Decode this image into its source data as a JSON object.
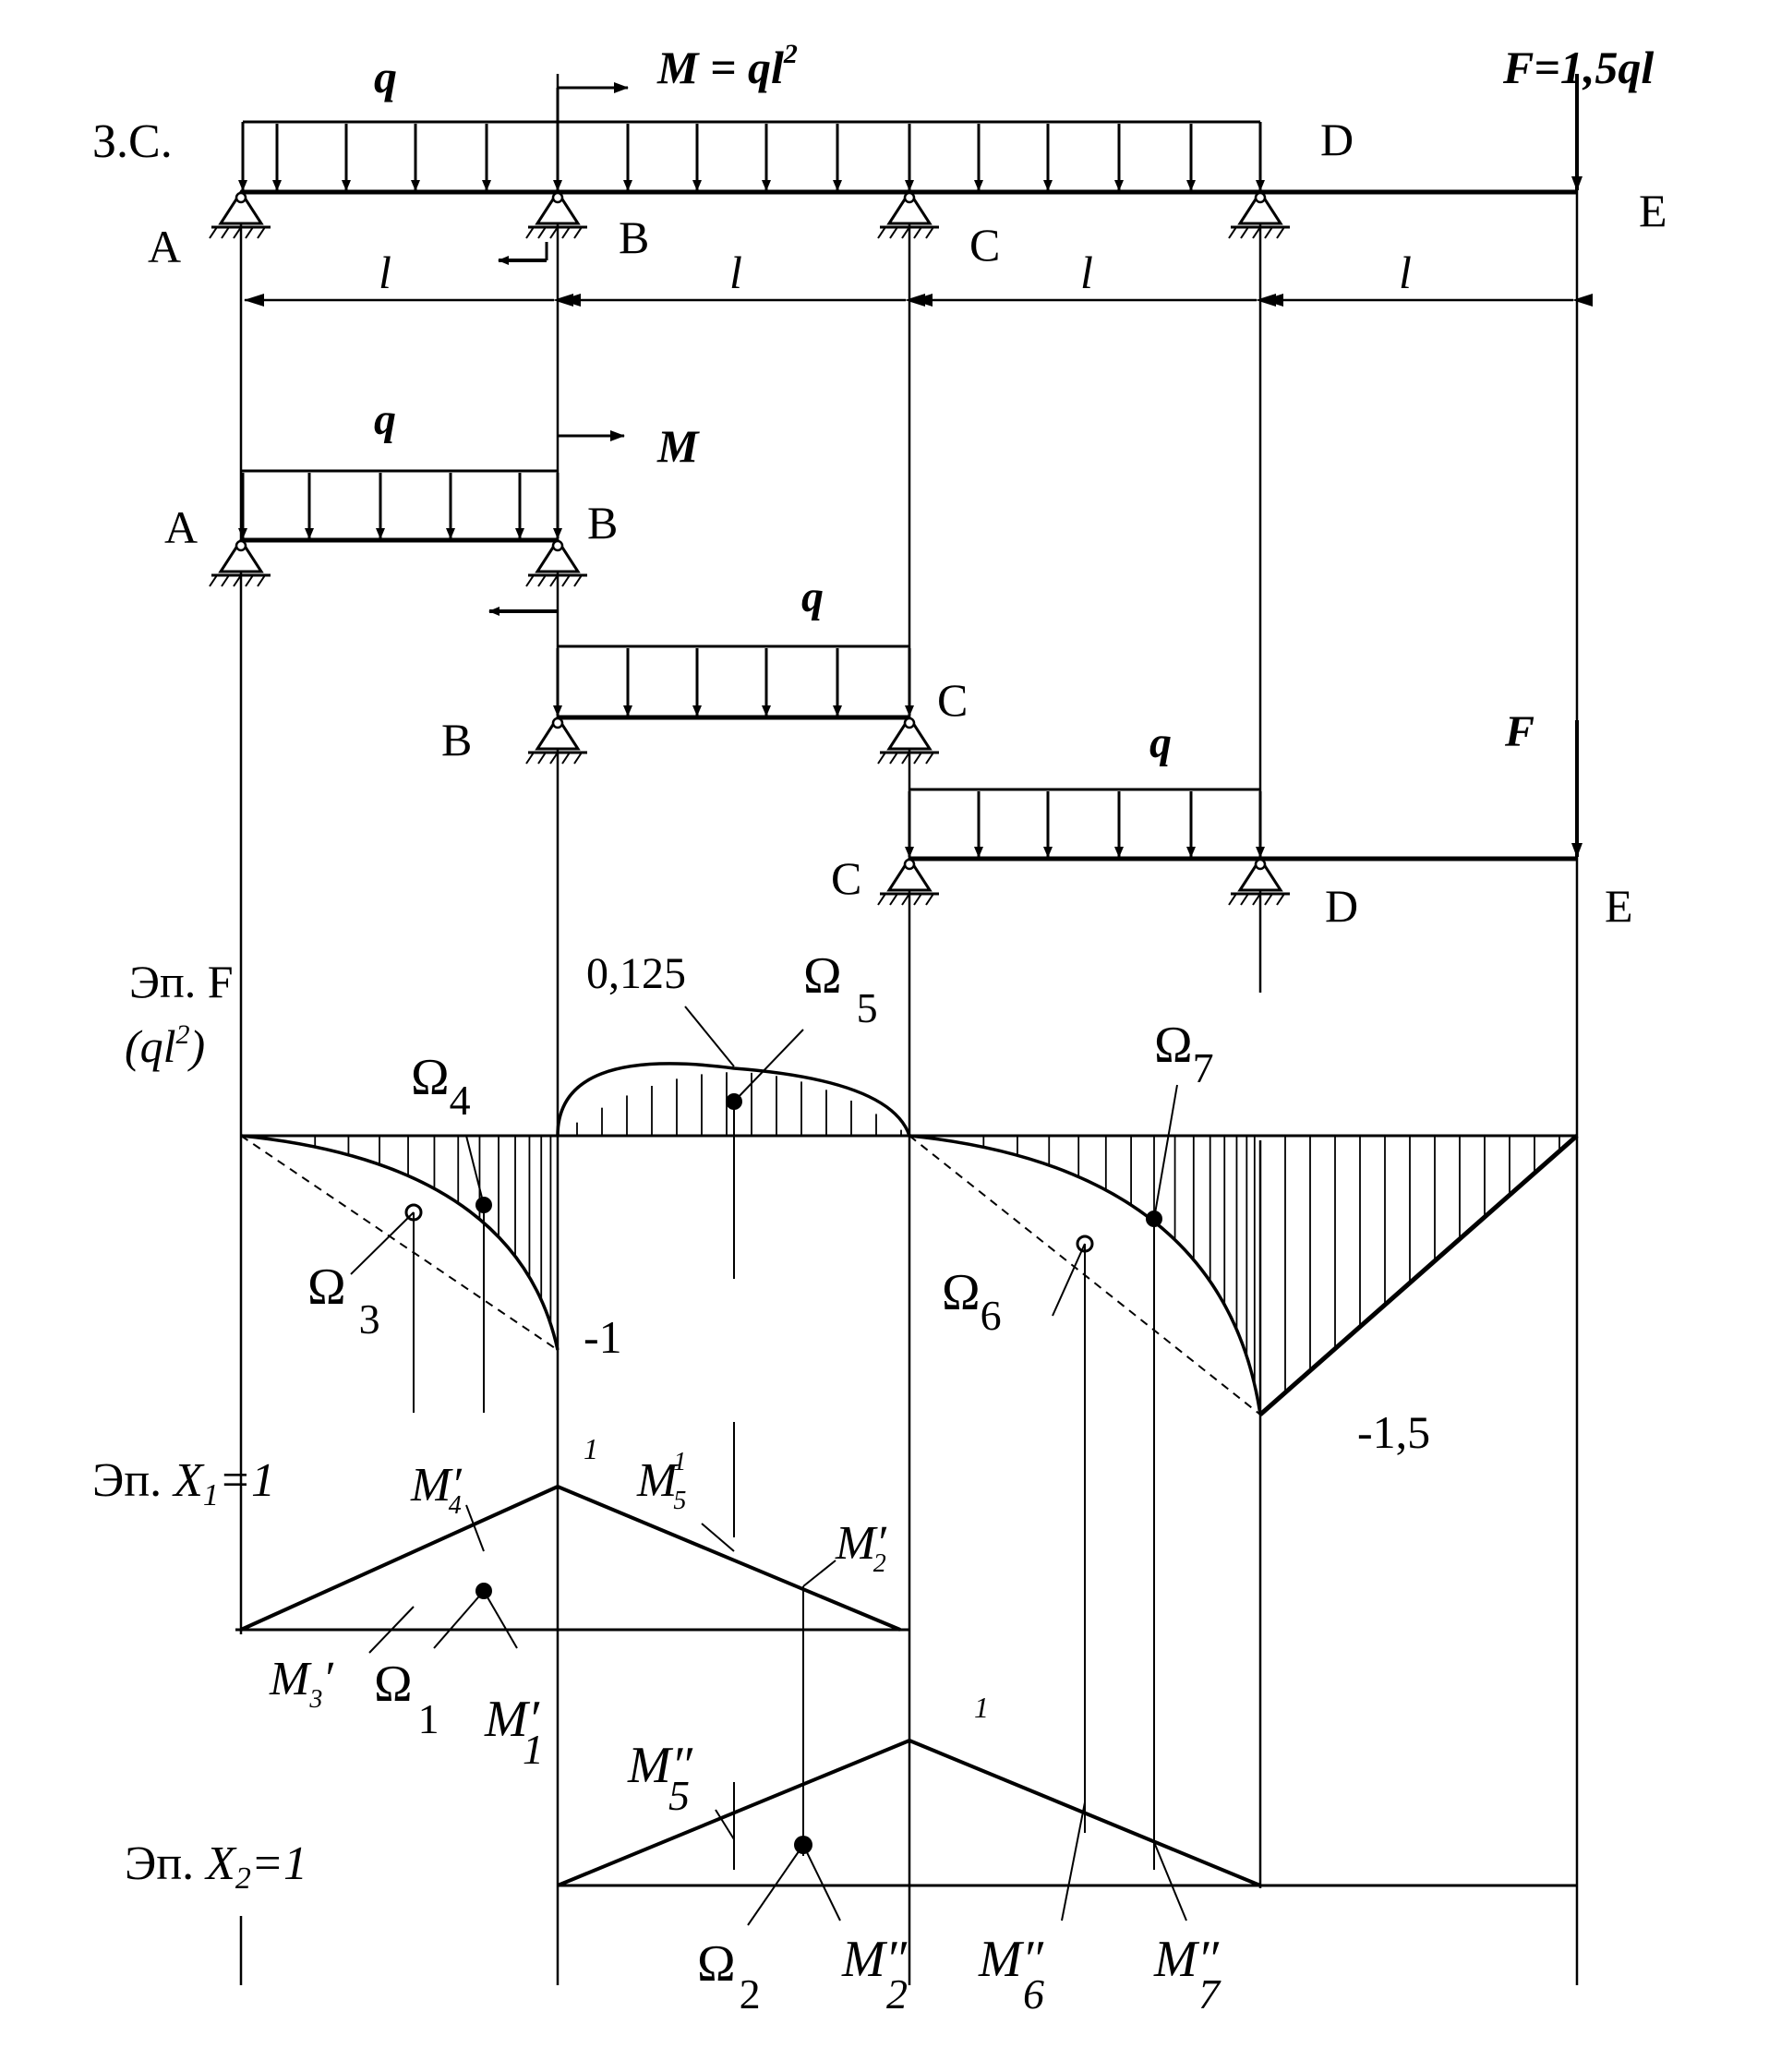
{
  "title": "З.С.",
  "points": {
    "A": "A",
    "B": "B",
    "C": "C",
    "D": "D",
    "E": "E"
  },
  "loads": {
    "q": "q",
    "M_top": "M = ql",
    "M_top_sup": "2",
    "M": "M",
    "F_top": "F=1,5ql",
    "F": "F"
  },
  "span": "l",
  "epF": {
    "label": "Эп. F",
    "unit_left": "(ql",
    "unit_sup": "2",
    "unit_right": ")",
    "value_mid": "0,125",
    "value_B": "-1",
    "value_D": "-1,5"
  },
  "epX1": {
    "prefix": "Эп. ",
    "var": "X",
    "sub": "1",
    "suffix": "=1",
    "peak": "1"
  },
  "epX2": {
    "prefix": "Эп. ",
    "var": "X",
    "sub": "2",
    "suffix": "=1",
    "peak": "1"
  },
  "areas": {
    "symbol": "Ω",
    "n1": "1",
    "n2": "2",
    "n3": "3",
    "n4": "4",
    "n5": "5",
    "n6": "6",
    "n7": "7"
  },
  "ordinates": {
    "M": "M",
    "prime": "′",
    "dprime": "″",
    "n1": "1",
    "n2": "2",
    "n3": "3",
    "n4": "4",
    "n5": "5",
    "n6": "6",
    "n7": "7",
    "sup5": "1"
  }
}
